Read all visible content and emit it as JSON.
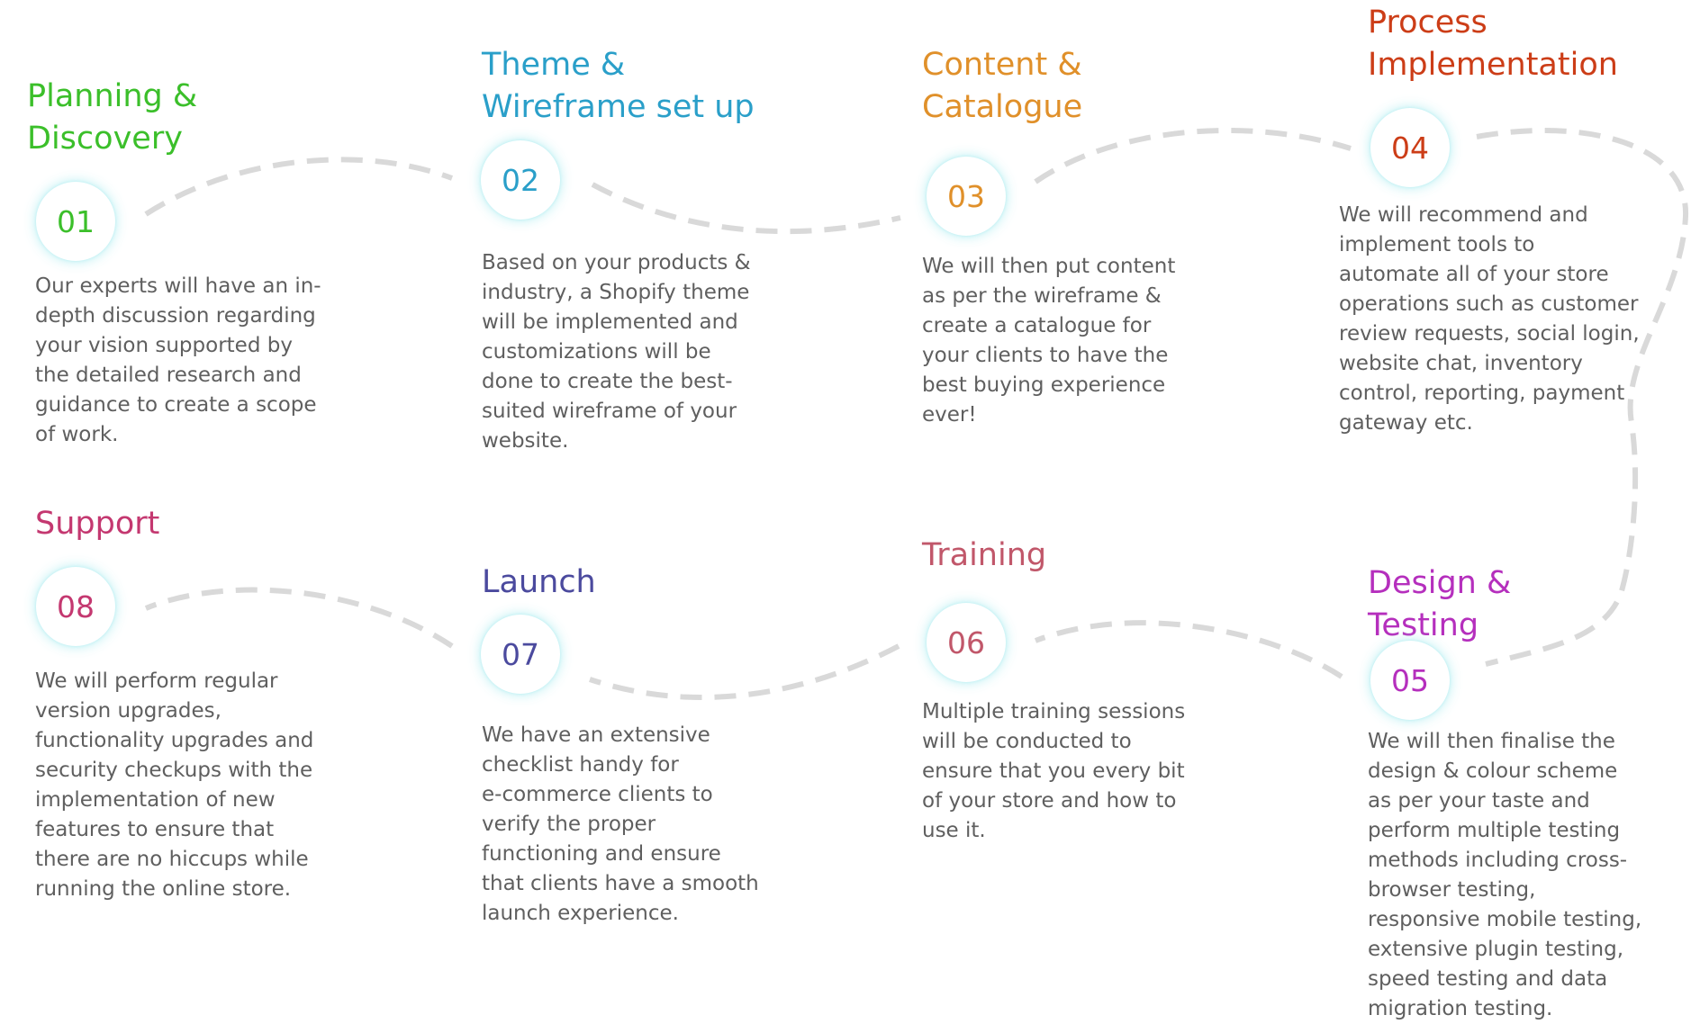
{
  "steps": [
    {
      "number": "01",
      "title": [
        "Planning &",
        "Discovery"
      ],
      "description": [
        "Our experts will have an in-",
        "depth discussion regarding",
        "your vision supported by",
        "the detailed research and",
        "guidance to create a scope",
        "of work."
      ],
      "color": "#3bbf2a"
    },
    {
      "number": "02",
      "title": [
        "Theme &",
        "Wireframe set up"
      ],
      "description": [
        "Based on your products &",
        "industry, a Shopify theme",
        "will be implemented and",
        "customizations will be",
        "done to create the best-",
        "suited wireframe of your",
        "website."
      ],
      "color": "#2a9fc9"
    },
    {
      "number": "03",
      "title": [
        "Content &",
        "Catalogue"
      ],
      "description": [
        " We will then put content",
        "as per the wireframe &",
        "create a catalogue for",
        "your clients to have the",
        "best buying experience",
        "ever!"
      ],
      "color": "#e0902a"
    },
    {
      "number": "04",
      "title": [
        "Process",
        "Implementation"
      ],
      "description": [
        "We will recommend and",
        "implement tools to",
        "automate all of your store",
        "operations such as customer",
        "review requests, social login,",
        "website chat, inventory",
        "control, reporting, payment",
        "gateway etc."
      ],
      "color": "#cc3d17"
    },
    {
      "number": "05",
      "title": [
        "Design &",
        "Testing"
      ],
      "description": [
        "We will then finalise the",
        "design & colour scheme",
        "as per your taste and",
        "perform multiple testing",
        "methods including cross-",
        "browser testing,",
        "responsive mobile testing,",
        "extensive plugin testing,",
        "speed testing and data",
        "migration testing."
      ],
      "color": "#b52fbd"
    },
    {
      "number": "06",
      "title": [
        "Training"
      ],
      "description": [
        "Multiple training sessions",
        "will be conducted to",
        "ensure that you every bit",
        "of your store and how to",
        "use it."
      ],
      "color": "#c1576a"
    },
    {
      "number": "07",
      "title": [
        "Launch"
      ],
      "description": [
        "We have an extensive",
        "checklist handy for",
        "e-commerce clients to",
        "verify the proper",
        "functioning and ensure",
        "that clients have a smooth",
        "launch experience."
      ],
      "color": "#4b4a9e"
    },
    {
      "number": "08",
      "title": [
        "Support"
      ],
      "description": [
        "We will perform regular",
        "version upgrades,",
        "functionality upgrades and",
        "security checkups with the",
        "implementation of new",
        "features to ensure that",
        "there are no hiccups while",
        "running the online store."
      ],
      "color": "#c43870"
    }
  ],
  "connector_color": "#d9d9d9"
}
